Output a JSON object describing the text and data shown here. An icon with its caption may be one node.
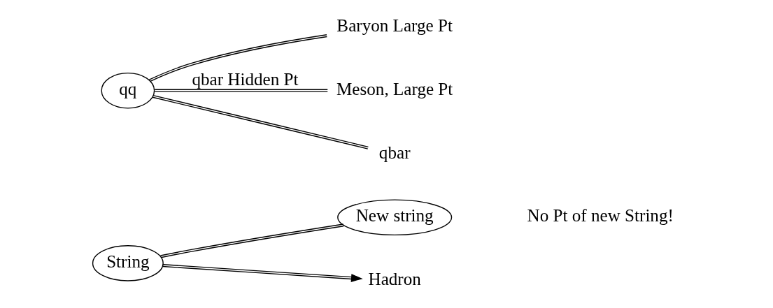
{
  "diagram": {
    "nodes": [
      {
        "text": [
          "String"
        ]
      },
      {
        "text": [
          "New string"
        ]
      },
      {
        "text": [
          "Hadron"
        ]
      },
      {
        "text": [
          "qq"
        ]
      },
      {
        "text": [
          "Baryon Large Pt"
        ]
      },
      {
        "text": [
          "Meson, Large Pt"
        ]
      },
      {
        "text": [
          "qbar"
        ]
      }
    ],
    "edges": [
      {
        "from": 0,
        "to": 1,
        "arrow": "none"
      },
      {
        "from": 0,
        "to": 2,
        "arrow": "to"
      },
      {
        "from": 3,
        "to": 4,
        "arrow": "none"
      },
      {
        "from": 3,
        "to": 5,
        "arrow": "none",
        "label": "qbar Hidden Pt"
      },
      {
        "from": 3,
        "to": 6,
        "arrow": "none"
      }
    ],
    "labels": [
      "No Pt of new String!"
    ]
  }
}
